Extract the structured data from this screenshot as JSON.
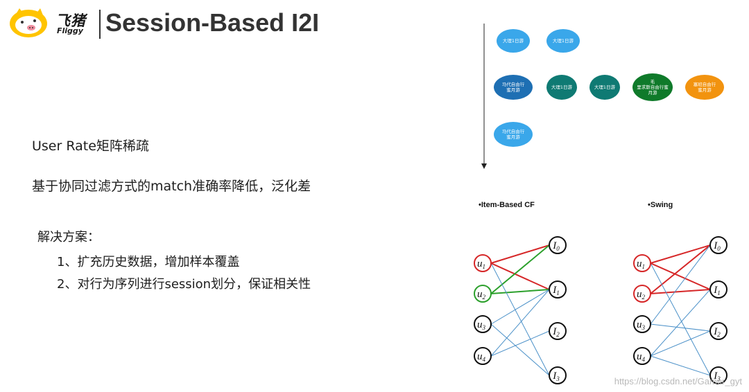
{
  "header": {
    "brand_cn": "飞猪",
    "brand_en": "Fliggy",
    "title": "Session-Based I2I"
  },
  "left": {
    "line1": "User Rate矩阵稀疏",
    "line2": "基于协同过滤方式的match准确率降低，泛化差",
    "solution_title": "解决方案：",
    "solution_1": "1、扩充历史数据，增加样本覆盖",
    "solution_2": "2、对行为序列进行session划分，保证相关性"
  },
  "sessions": {
    "row1": [
      "大理1日游",
      "大理1日游"
    ],
    "row2": [
      "马代自由行\n蜜月游",
      "大理1日游",
      "大理1日游",
      "毛\n里求斯自由行蜜\n月游",
      "塞班自由行\n蜜月游"
    ],
    "row3": [
      "马代自由行\n蜜月游"
    ],
    "colors": {
      "light_blue": "#3aa7ea",
      "dark_blue": "#1e6fb3",
      "teal": "#0f7a73",
      "green": "#0f7a2a",
      "orange": "#f2930f"
    }
  },
  "graphs": {
    "left_title": "•Item-Based CF",
    "right_title": "•Swing",
    "users": [
      {
        "base": "u",
        "sub": "1"
      },
      {
        "base": "u",
        "sub": "2"
      },
      {
        "base": "u",
        "sub": "3"
      },
      {
        "base": "u",
        "sub": "4"
      }
    ],
    "items": [
      {
        "base": "I",
        "sub": "0"
      },
      {
        "base": "I",
        "sub": "1"
      },
      {
        "base": "I",
        "sub": "2"
      },
      {
        "base": "I",
        "sub": "3"
      }
    ],
    "colors": {
      "red": "#d62728",
      "green": "#2ca02c",
      "blue": "#4a90c8",
      "node": "#111111"
    }
  },
  "watermark": "https://blog.csdn.net/Gamer_gyt"
}
